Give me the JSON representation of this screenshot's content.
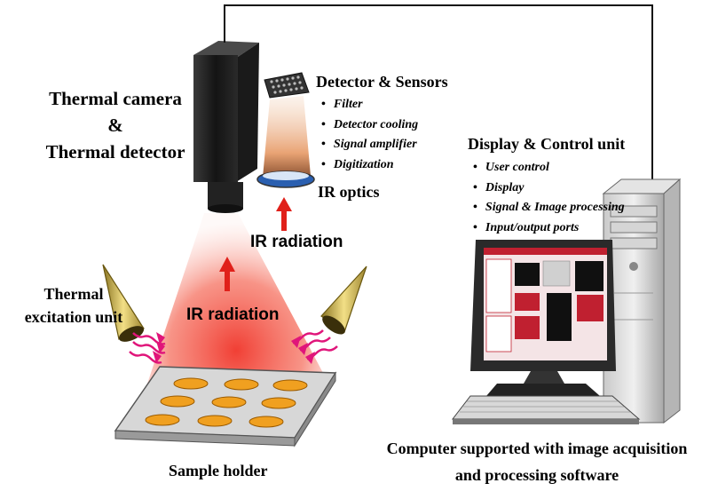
{
  "labels": {
    "thermal_camera_line1": "Thermal camera",
    "thermal_camera_line2": "&",
    "thermal_camera_line3": "Thermal detector",
    "detector_title": "Detector & Sensors",
    "ir_optics": "IR optics",
    "ir_radiation_upper": "IR radiation",
    "ir_radiation_lower": "IR radiation",
    "excitation_line1": "Thermal",
    "excitation_line2": "excitation unit",
    "sample_holder": "Sample holder",
    "display_title": "Display & Control unit",
    "computer_line1": "Computer supported with image acquisition",
    "computer_line2": "and processing software"
  },
  "detector_items": [
    "Filter",
    "Detector cooling",
    "Signal amplifier",
    "Digitization"
  ],
  "display_items": [
    "User control",
    "Display",
    "Signal & Image processing",
    "Input/output ports"
  ],
  "colors": {
    "beam": "#f03a2a",
    "arrow": "#e0201a",
    "wave": "#e0157a",
    "cone": "#e6cf6a",
    "sample_spot": "#f0a020",
    "screen": "#c02030"
  }
}
